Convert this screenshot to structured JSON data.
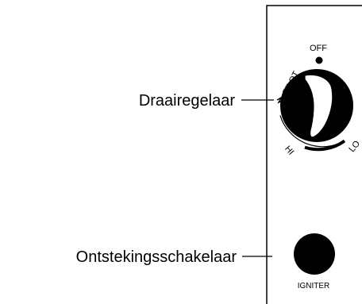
{
  "callouts": {
    "knob": "Draairegelaar",
    "igniter": "Ontstekingsschakelaar"
  },
  "knob_markings": {
    "off": "OFF",
    "pilot": "PILOT",
    "hi": "HI",
    "lo": "LO"
  },
  "igniter_label": "IGNITER",
  "colors": {
    "ink": "#000000",
    "background": "#ffffff"
  }
}
